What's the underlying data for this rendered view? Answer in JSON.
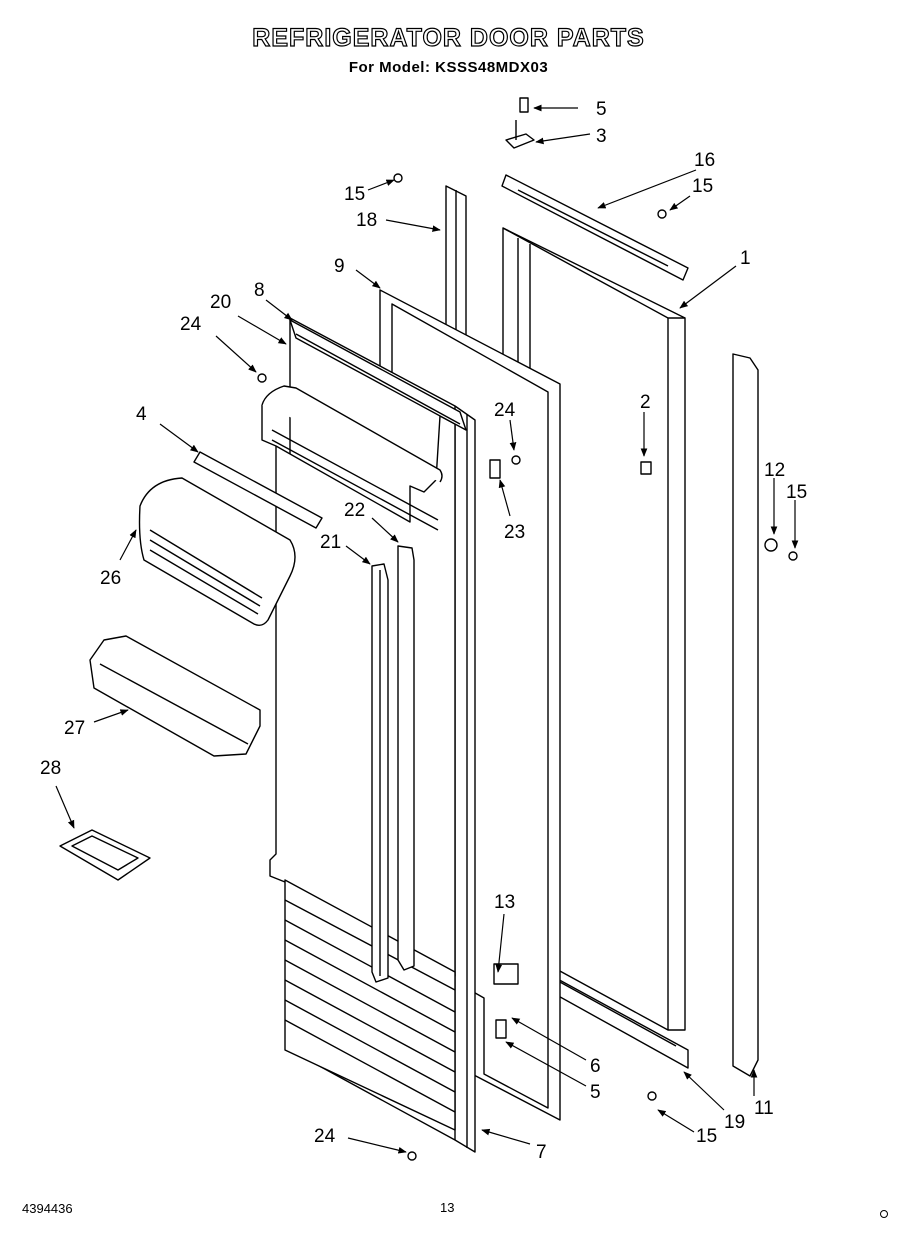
{
  "header": {
    "title": "REFRIGERATOR DOOR PARTS",
    "subtitle": "For Model: KSSS48MDX03"
  },
  "callouts": {
    "c5_top": "5",
    "c3": "3",
    "c16": "16",
    "c15_top_left": "15",
    "c15_top_right": "15",
    "c18": "18",
    "c1": "1",
    "c9": "9",
    "c8": "8",
    "c20": "20",
    "c24_upper_left": "24",
    "c2": "2",
    "c24_center": "24",
    "c4": "4",
    "c12": "12",
    "c15_right": "15",
    "c22": "22",
    "c23": "23",
    "c21": "21",
    "c26": "26",
    "c27": "27",
    "c28": "28",
    "c13": "13",
    "c6": "6",
    "c5_bottom": "5",
    "c11": "11",
    "c19": "19",
    "c15_bottom": "15",
    "c24_bottom": "24",
    "c7": "7"
  },
  "footer": {
    "doc_number": "4394436",
    "page_number": "13"
  }
}
